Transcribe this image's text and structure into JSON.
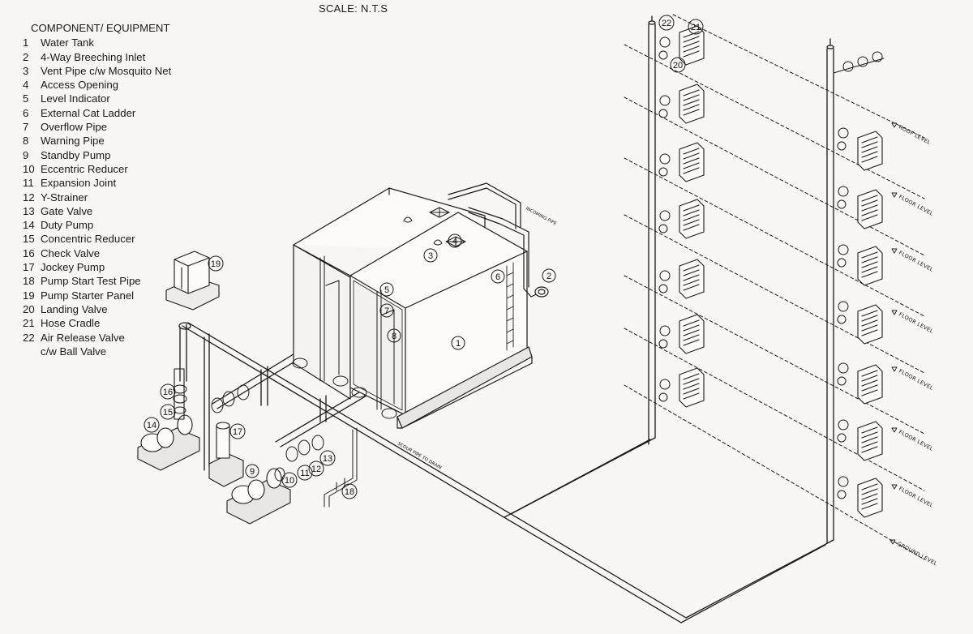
{
  "scale_label": "SCALE: N.T.S",
  "legend_title": "COMPONENT/ EQUIPMENT",
  "components": [
    {
      "n": "1",
      "label": "Water Tank"
    },
    {
      "n": "2",
      "label": "4-Way Breeching Inlet"
    },
    {
      "n": "3",
      "label": "Vent Pipe c/w Mosquito Net"
    },
    {
      "n": "4",
      "label": "Access Opening"
    },
    {
      "n": "5",
      "label": "Level Indicator"
    },
    {
      "n": "6",
      "label": "External Cat Ladder"
    },
    {
      "n": "7",
      "label": "Overflow Pipe"
    },
    {
      "n": "8",
      "label": "Warning Pipe"
    },
    {
      "n": "9",
      "label": "Standby Pump"
    },
    {
      "n": "10",
      "label": "Eccentric Reducer"
    },
    {
      "n": "11",
      "label": "Expansion Joint"
    },
    {
      "n": "12",
      "label": "Y-Strainer"
    },
    {
      "n": "13",
      "label": "Gate Valve"
    },
    {
      "n": "14",
      "label": "Duty Pump"
    },
    {
      "n": "15",
      "label": "Concentric Reducer"
    },
    {
      "n": "16",
      "label": "Check Valve"
    },
    {
      "n": "17",
      "label": "Jockey Pump"
    },
    {
      "n": "18",
      "label": "Pump Start Test Pipe"
    },
    {
      "n": "19",
      "label": "Pump Starter Panel"
    },
    {
      "n": "20",
      "label": "Landing Valve"
    },
    {
      "n": "21",
      "label": "Hose Cradle"
    },
    {
      "n": "22",
      "label": "Air Release Valve"
    }
  ],
  "component_22_continuation": "c/w Ball Valve",
  "level_labels": {
    "roof": "ROOF LEVEL",
    "floor": "FLOOR LEVEL",
    "ground": "GROUND LEVEL"
  },
  "pipe_labels": {
    "incoming": "INCOMING PIPE",
    "scour": "SCOUR PIPE TO DRAIN"
  },
  "callout_numbers": [
    "1",
    "2",
    "3",
    "4",
    "5",
    "6",
    "7",
    "8",
    "9",
    "10",
    "11",
    "12",
    "13",
    "14",
    "15",
    "16",
    "17",
    "18",
    "19",
    "20",
    "21",
    "22"
  ]
}
